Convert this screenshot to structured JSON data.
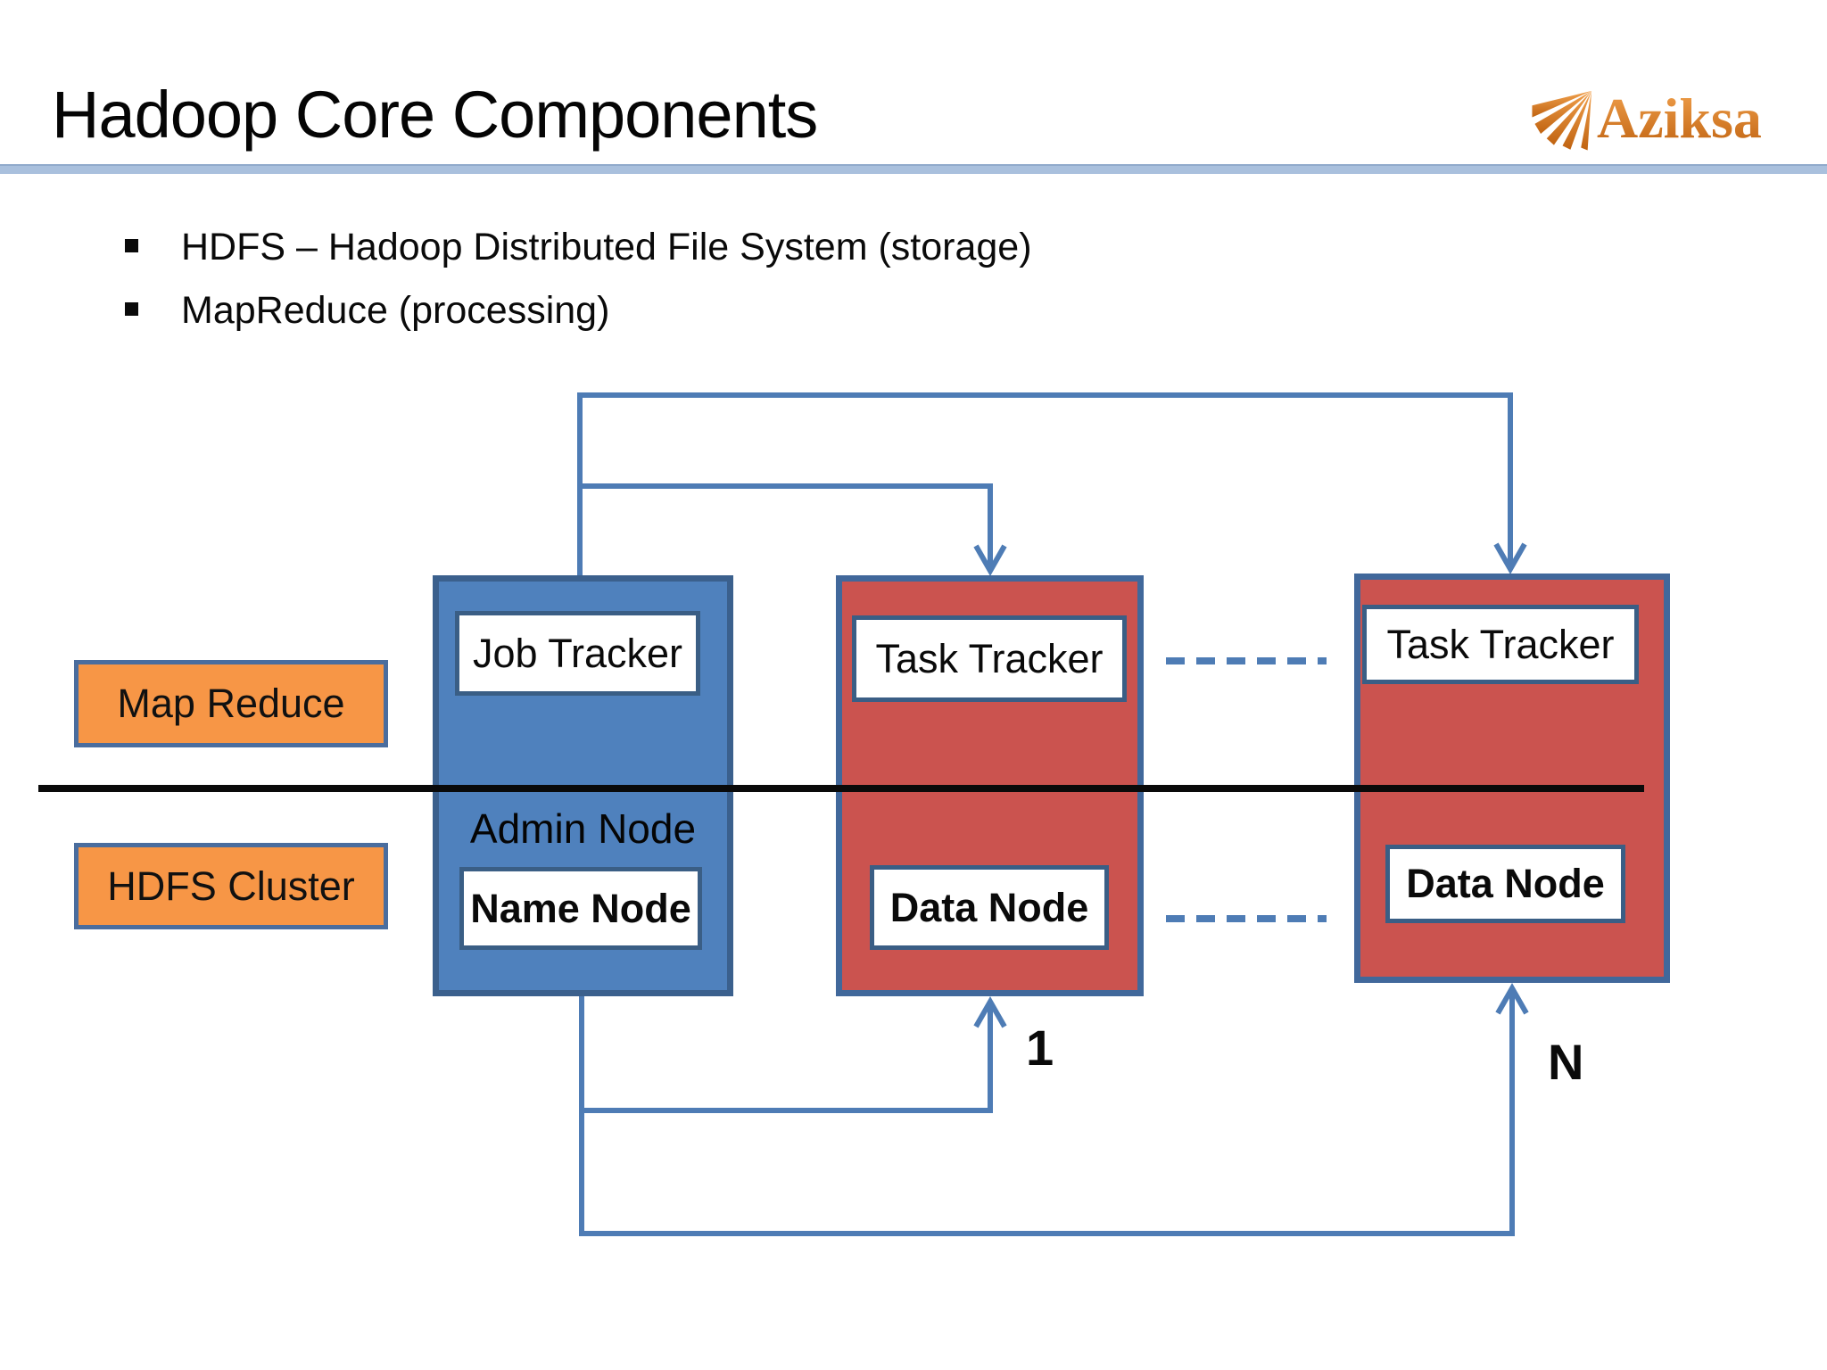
{
  "slide": {
    "title": "Hadoop Core Components",
    "logo": {
      "text": "Aziksa",
      "icon": "fan-rays-icon"
    },
    "bullets": [
      "HDFS – Hadoop Distributed File System (storage)",
      "MapReduce (processing)"
    ],
    "diagram": {
      "map_reduce_label": "Map Reduce",
      "hdfs_cluster_label": "HDFS Cluster",
      "admin": {
        "title": "Admin Node",
        "job_tracker": "Job Tracker",
        "name_node": "Name Node"
      },
      "worker1": {
        "task_tracker": "Task Tracker",
        "data_node": "Data Node",
        "index": "1"
      },
      "worker2": {
        "task_tracker": "Task Tracker",
        "data_node": "Data Node",
        "index": "N"
      }
    },
    "colors": {
      "connector_blue": "#4e7cb5",
      "node_blue_fill": "#4f81bd",
      "node_blue_border": "#3b608d",
      "node_red_fill": "#cb534f",
      "node_red_border": "#41689b",
      "orange_fill": "#f79646",
      "orange_border": "#4a6d9e",
      "header_rule": "#a9c0dd",
      "logo_orange_light": "#f2a24e",
      "logo_orange_dark": "#c06311",
      "divider_black": "#0a0a0a"
    }
  }
}
